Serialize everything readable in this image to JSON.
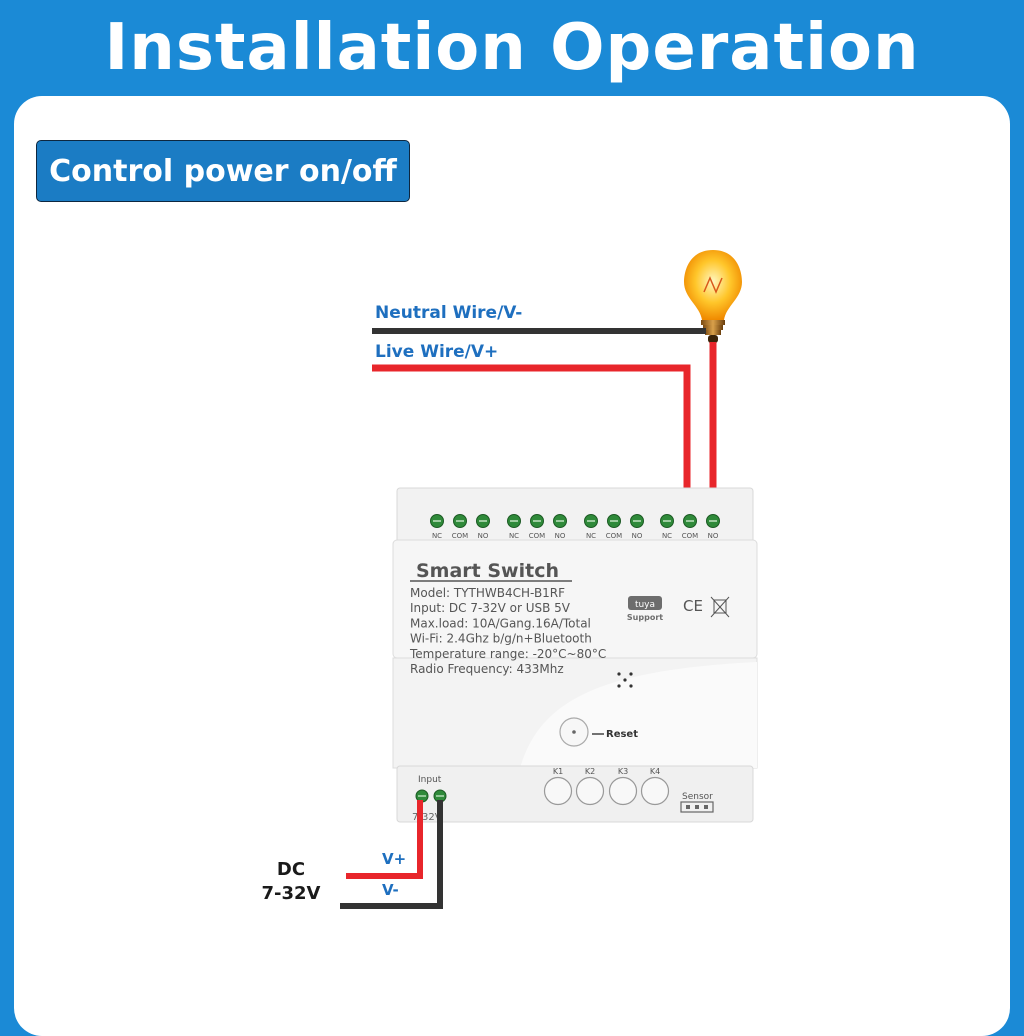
{
  "title": "Installation Operation",
  "section_label": "Control power on/off",
  "wires": {
    "neutral_label": "Neutral Wire/V-",
    "live_label": "Live Wire/V+",
    "dc_label_line1": "DC",
    "dc_label_line2": "7-32V",
    "vplus_label": "V+",
    "vminus_label": "V-"
  },
  "device": {
    "name": "Smart  Switch",
    "specs": [
      "Model:  TYTHWB4CH-B1RF",
      "Input:  DC 7-32V or USB 5V",
      "Max.load:  10A/Gang.16A/Total",
      "Wi-Fi:  2.4Ghz b/g/n+Bluetooth",
      "Temperature range: -20°C~80°C",
      "Radio Frequency:  433Mhz"
    ],
    "terminal_labels": [
      "NC",
      "COM",
      "NO",
      "NC",
      "COM",
      "NO",
      "NC",
      "COM",
      "NO",
      "NC",
      "COM",
      "NO"
    ],
    "tuya_logo": "tuya",
    "tuya_support": "Support",
    "cert_marks": "CE",
    "reset_label": "Reset",
    "button_labels": [
      "K1",
      "K2",
      "K3",
      "K4"
    ],
    "input_label": "Input",
    "input_voltage": "7-32V",
    "sensor_label": "Sensor"
  },
  "colors": {
    "header_bg": "#1b8ad6",
    "badge_bg": "#1b7cc4",
    "label_blue": "#1e6fbf",
    "live_wire": "#e8262b",
    "neutral_wire": "#333333",
    "terminal_green": "#2f8a3a"
  },
  "icons": [
    "light-bulb-icon",
    "weee-bin-icon",
    "tuya-logo-icon"
  ]
}
